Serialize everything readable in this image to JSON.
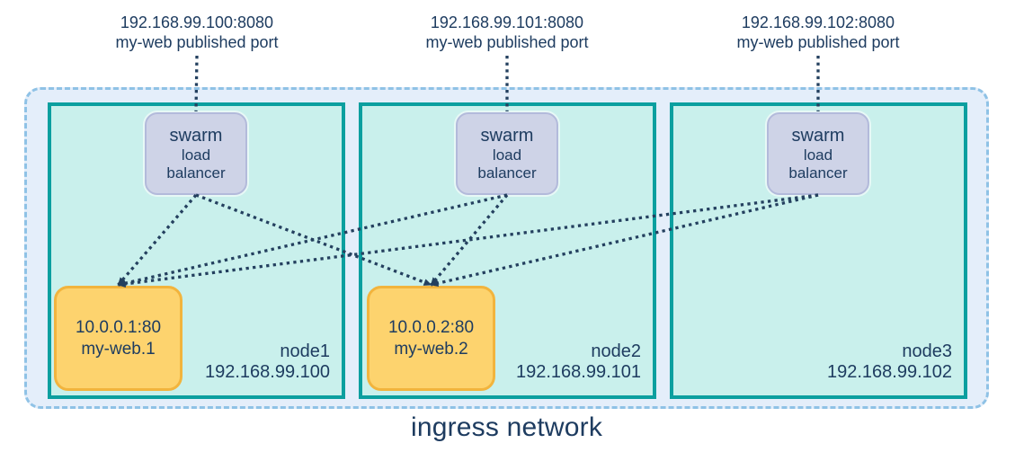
{
  "caption": "ingress network",
  "published_ports": [
    {
      "id": "pp1",
      "address": "192.168.99.100:8080",
      "description": "my-web published port",
      "target_lb": "lb1"
    },
    {
      "id": "pp2",
      "address": "192.168.99.101:8080",
      "description": "my-web published port",
      "target_lb": "lb2"
    },
    {
      "id": "pp3",
      "address": "192.168.99.102:8080",
      "description": "my-web published port",
      "target_lb": "lb3"
    }
  ],
  "nodes": [
    {
      "id": "node1",
      "name": "node1",
      "ip": "192.168.99.100",
      "lb": {
        "id": "lb1",
        "line1": "swarm",
        "line2": "load",
        "line3": "balancer"
      },
      "task": {
        "id": "task1",
        "address": "10.0.0.1:80",
        "name": "my-web.1"
      }
    },
    {
      "id": "node2",
      "name": "node2",
      "ip": "192.168.99.101",
      "lb": {
        "id": "lb2",
        "line1": "swarm",
        "line2": "load",
        "line3": "balancer"
      },
      "task": {
        "id": "task2",
        "address": "10.0.0.2:80",
        "name": "my-web.2"
      }
    },
    {
      "id": "node3",
      "name": "node3",
      "ip": "192.168.99.102",
      "lb": {
        "id": "lb3",
        "line1": "swarm",
        "line2": "load",
        "line3": "balancer"
      },
      "task": null
    }
  ],
  "connections": [
    {
      "from": "pp1",
      "to": "lb1",
      "type": "port"
    },
    {
      "from": "pp2",
      "to": "lb2",
      "type": "port"
    },
    {
      "from": "pp3",
      "to": "lb3",
      "type": "port"
    },
    {
      "from": "lb1",
      "to": "task1",
      "type": "route"
    },
    {
      "from": "lb1",
      "to": "task2",
      "type": "route"
    },
    {
      "from": "lb2",
      "to": "task1",
      "type": "route"
    },
    {
      "from": "lb2",
      "to": "task2",
      "type": "route"
    },
    {
      "from": "lb3",
      "to": "task1",
      "type": "route"
    },
    {
      "from": "lb3",
      "to": "task2",
      "type": "route"
    }
  ],
  "colors": {
    "text_navy": "#1e3c60",
    "edge_dots": "#24405f",
    "node_border_teal": "#0b9f9f",
    "node_fill": "#c9f0ec",
    "ingress_fill": "#e4eefa",
    "ingress_dash": "#8fc2e6",
    "lb_fill": "#ced3e7",
    "lb_border": "#b3badb",
    "task_fill": "#fdd36e",
    "task_border": "#f2b43d"
  }
}
